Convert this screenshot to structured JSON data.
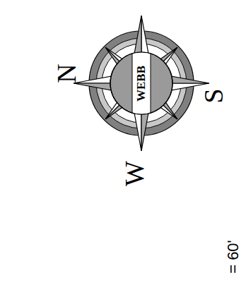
{
  "diagram": {
    "labels": [
      "N",
      "S",
      "W",
      "WEBB",
      "= 60'"
    ]
  }
}
